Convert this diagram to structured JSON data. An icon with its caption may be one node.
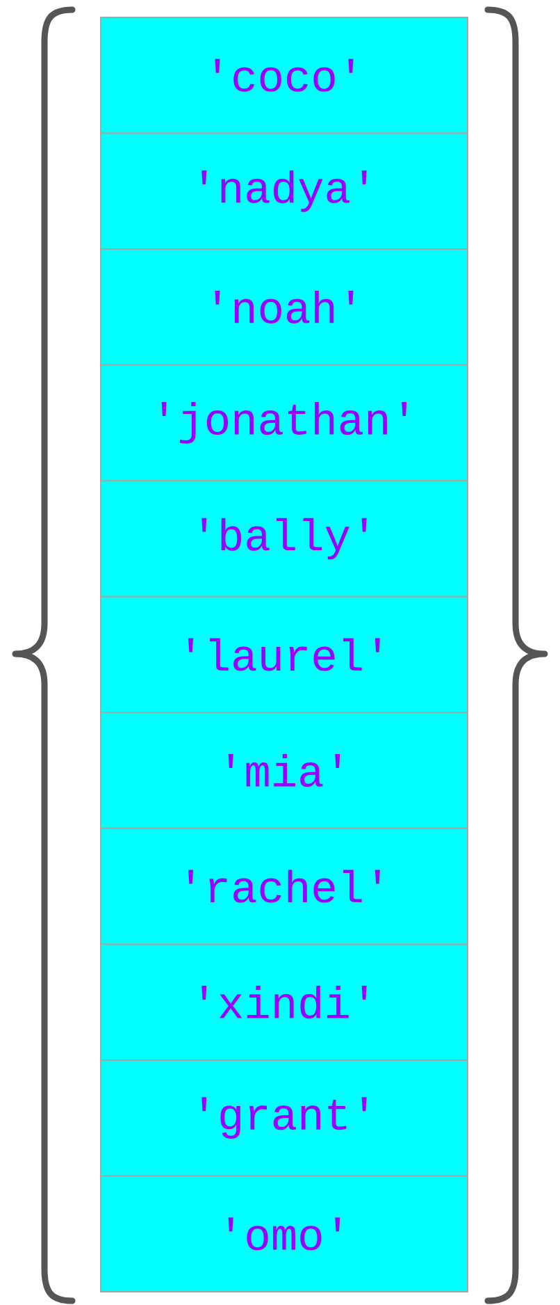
{
  "diagram": {
    "nodes": [
      {
        "text": [
          "'coco'"
        ]
      },
      {
        "text": [
          "'nadya'"
        ]
      },
      {
        "text": [
          "'noah'"
        ]
      },
      {
        "text": [
          "'jonathan'"
        ]
      },
      {
        "text": [
          "'bally'"
        ]
      },
      {
        "text": [
          "'laurel'"
        ]
      },
      {
        "text": [
          "'mia'"
        ]
      },
      {
        "text": [
          "'rachel'"
        ]
      },
      {
        "text": [
          "'xindi'"
        ]
      },
      {
        "text": [
          "'grant'"
        ]
      },
      {
        "text": [
          "'omo'"
        ]
      }
    ]
  }
}
